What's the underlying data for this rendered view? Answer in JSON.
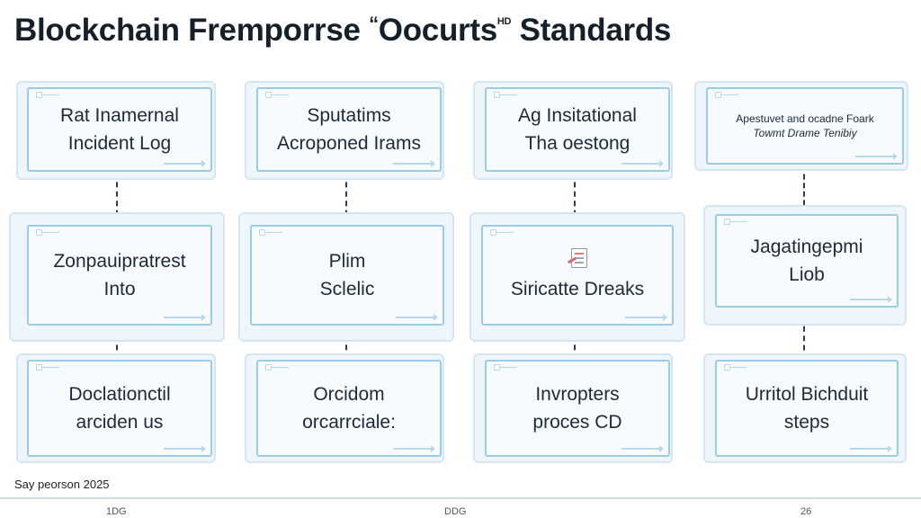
{
  "title": {
    "main": "Blockchain Fremporrse ",
    "quote": "“",
    "word": "Oocurts",
    "sup": "HD",
    "rest": " Standards"
  },
  "cards": {
    "c0_0": [
      "Rat Inamernal",
      "Incident Log"
    ],
    "c0_1": [
      "Zonpauipratrest",
      "Into"
    ],
    "c0_2": [
      "Doclationctil",
      "arciden us"
    ],
    "c1_0": [
      "Sputatims",
      "Acroponed Irams"
    ],
    "c1_1": [
      "Plim",
      "Sclelic"
    ],
    "c1_2": [
      "Orcidom",
      "orcarrciale:"
    ],
    "c2_0": [
      "Ag Insitational",
      "Tha oestong"
    ],
    "c2_1": [
      "Siricatte Dreaks"
    ],
    "c2_2": [
      "Invropters",
      "proces CD"
    ],
    "c3_0": [
      "Apestuvet and ocadne Foark",
      "Towmt Drame Tenibiy"
    ],
    "c3_1": [
      "Jagatingepmi",
      "Liob"
    ],
    "c3_2": [
      "Urritol Bichduit",
      "steps"
    ]
  },
  "icons": {
    "c2_1": "document-edit-icon"
  },
  "footer": "Say peorson 2025",
  "axis_ticks": [
    "1DG",
    "DDG",
    "26"
  ],
  "colors": {
    "card_border": "#9ccbe6",
    "card_bg": "#f7fbfe",
    "frame_bg": "#eef6fb",
    "connector": "#2c3e50"
  }
}
